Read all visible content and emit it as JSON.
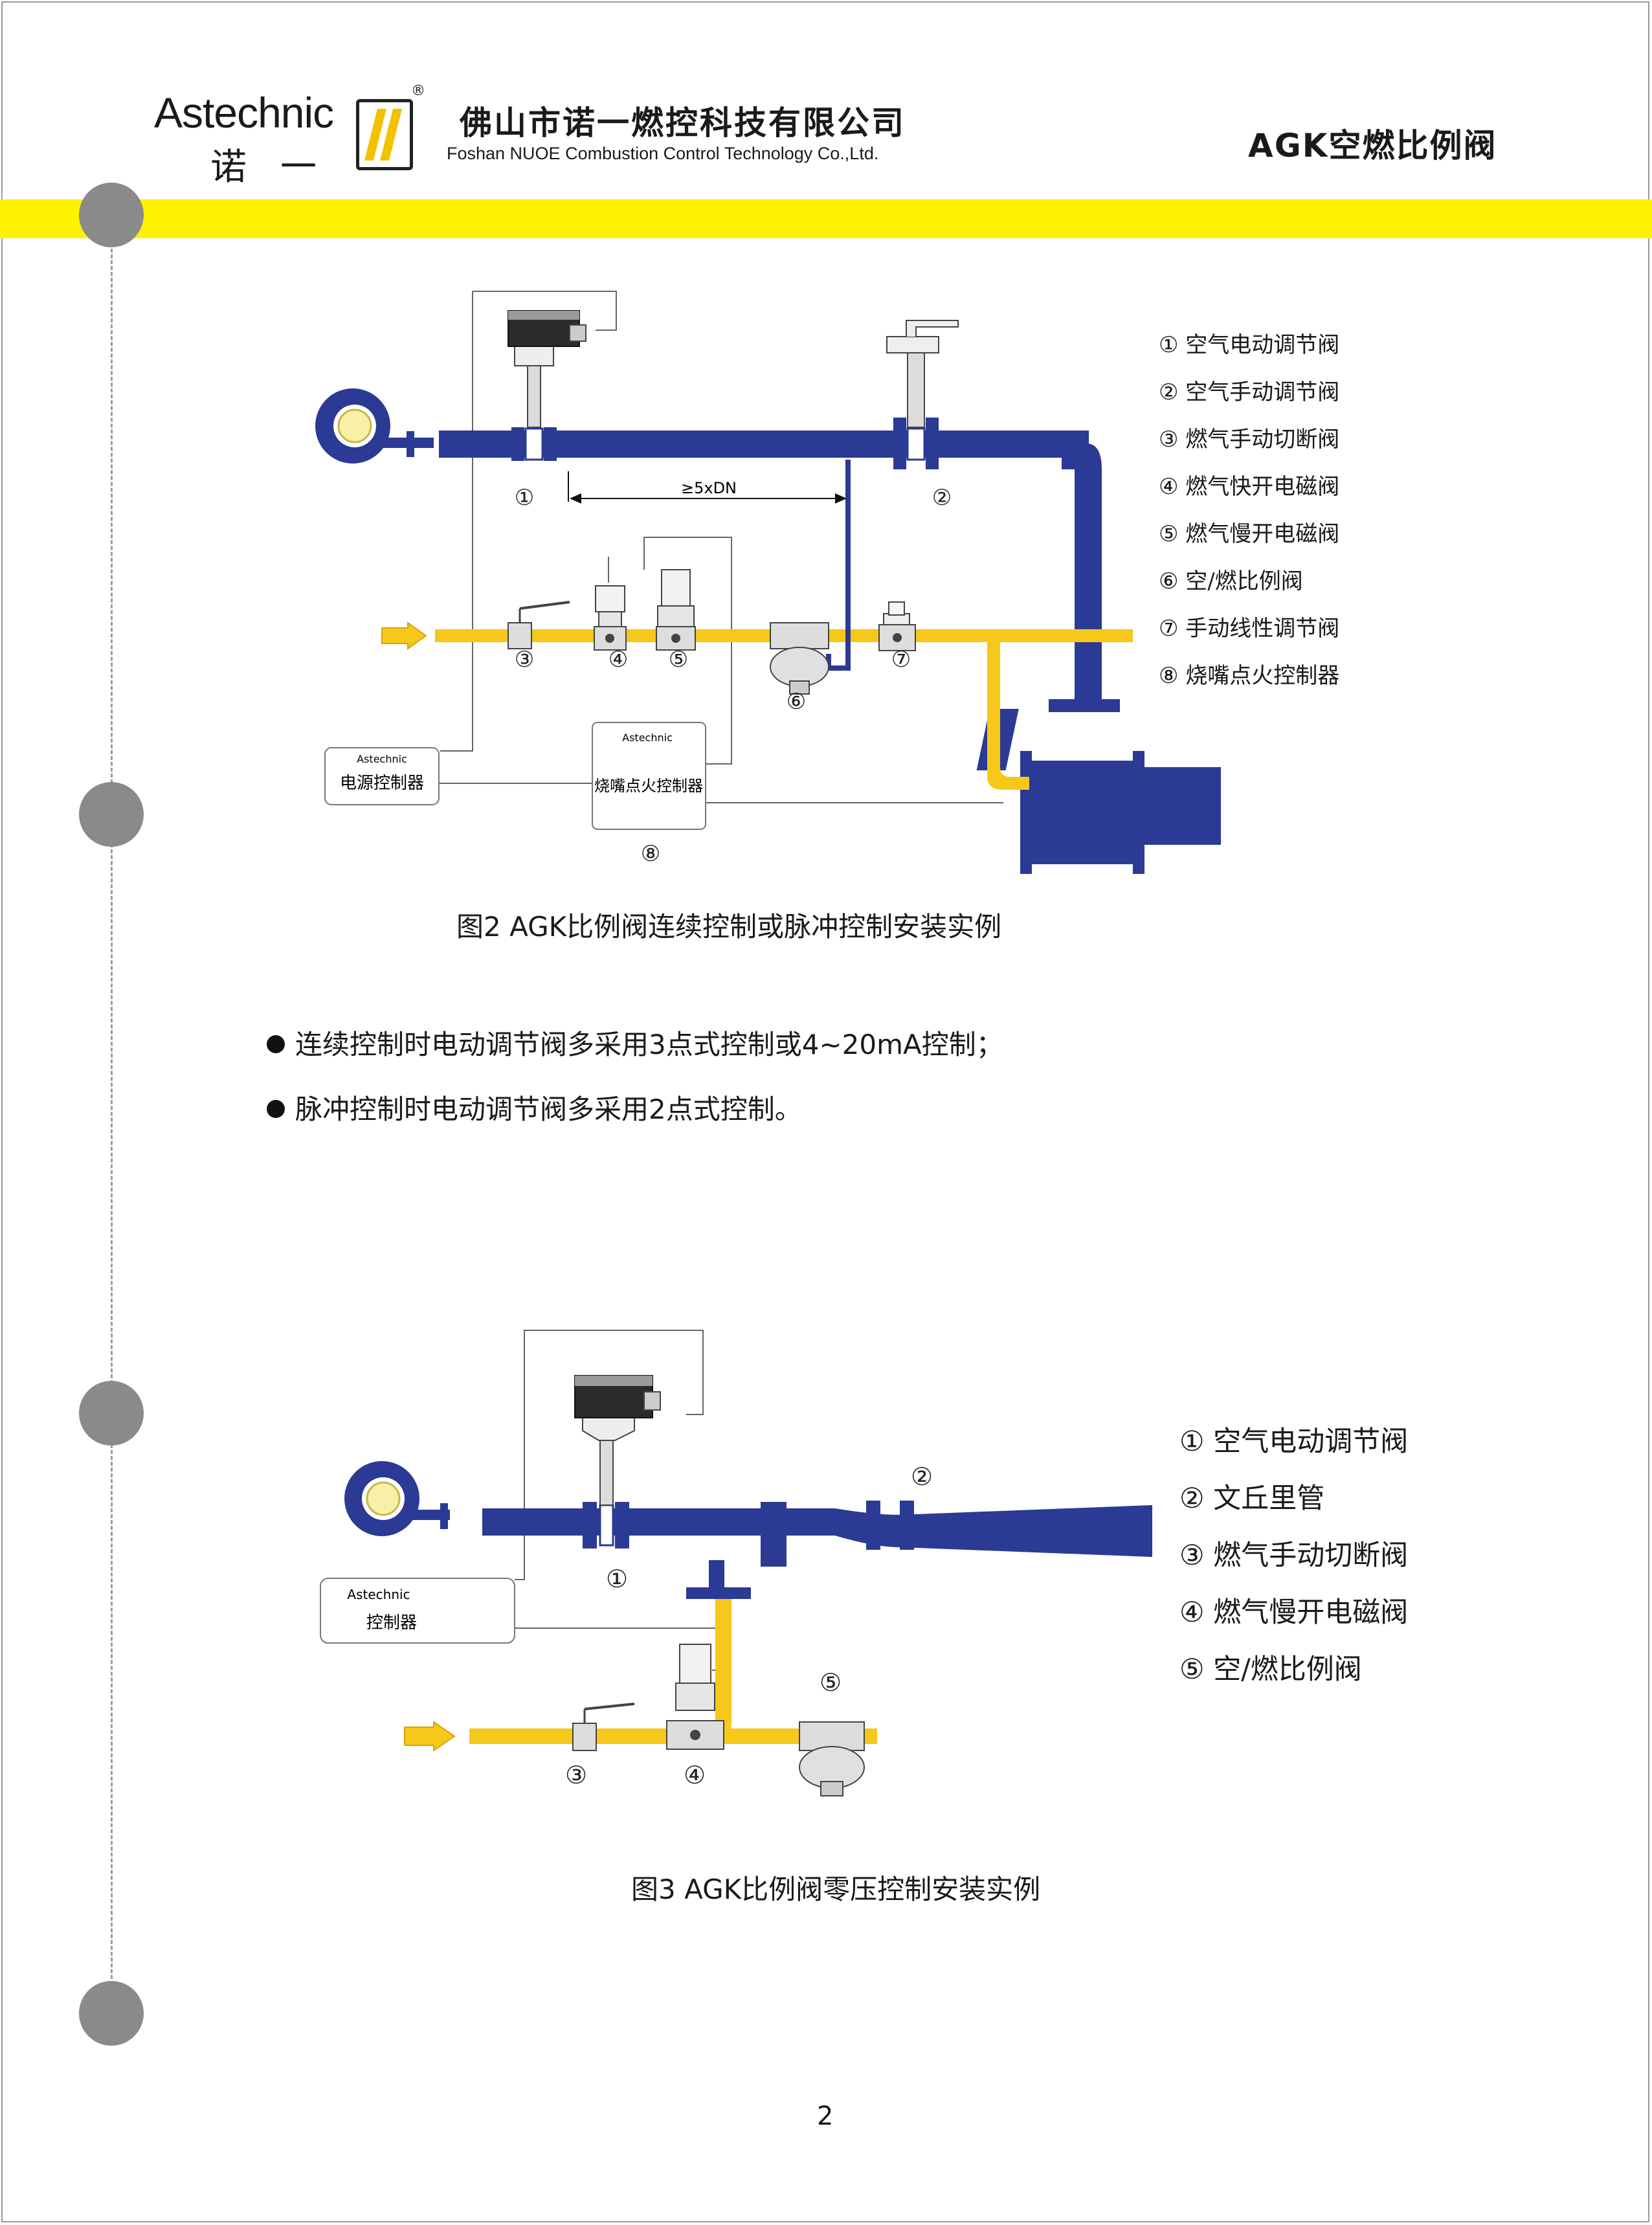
{
  "header": {
    "logo_word": "Astechnic",
    "logo_cn": "诺一",
    "logo_reg": "®",
    "company_cn": "佛山市诺一燃控科技有限公司",
    "company_en": "Foshan NUOE Combustion Control Technology Co.,Ltd.",
    "product": "AGK空燃比例阀"
  },
  "colors": {
    "band": "#fff200",
    "air_pipe": "#2b3a94",
    "gas_pipe": "#f5c81a",
    "hole": "#8a8a8a"
  },
  "figure2": {
    "caption": "图2  AGK比例阀连续控制或脉冲控制安装实例",
    "distance_label": "≥5xDN",
    "markers": [
      "①",
      "②",
      "③",
      "④",
      "⑤",
      "⑥",
      "⑦",
      "⑧"
    ],
    "legend": [
      {
        "num": "①",
        "text": "空气电动调节阀"
      },
      {
        "num": "②",
        "text": "空气手动调节阀"
      },
      {
        "num": "③",
        "text": "燃气手动切断阀"
      },
      {
        "num": "④",
        "text": "燃气快开电磁阀"
      },
      {
        "num": "⑤",
        "text": "燃气慢开电磁阀"
      },
      {
        "num": "⑥",
        "text": "空/燃比例阀"
      },
      {
        "num": "⑦",
        "text": "手动线性调节阀"
      },
      {
        "num": "⑧",
        "text": "烧嘴点火控制器"
      }
    ],
    "power_controller": {
      "brand": "Astechnic",
      "label": "电源控制器"
    },
    "ignition_controller": {
      "brand": "Astechnic",
      "label": "烧嘴点火控制器"
    }
  },
  "bullets": [
    "连续控制时电动调节阀多采用3点式控制或4~20mA控制；",
    "脉冲控制时电动调节阀多采用2点式控制。"
  ],
  "figure3": {
    "caption": "图3  AGK比例阀零压控制安装实例",
    "markers": [
      "①",
      "②",
      "③",
      "④",
      "⑤"
    ],
    "legend": [
      {
        "num": "①",
        "text": "空气电动调节阀"
      },
      {
        "num": "②",
        "text": "文丘里管"
      },
      {
        "num": "③",
        "text": "燃气手动切断阀"
      },
      {
        "num": "④",
        "text": "燃气慢开电磁阀"
      },
      {
        "num": "⑤",
        "text": "空/燃比例阀"
      }
    ],
    "controller": {
      "brand": "Astechnic",
      "label": "控制器"
    }
  },
  "page_number": "2"
}
